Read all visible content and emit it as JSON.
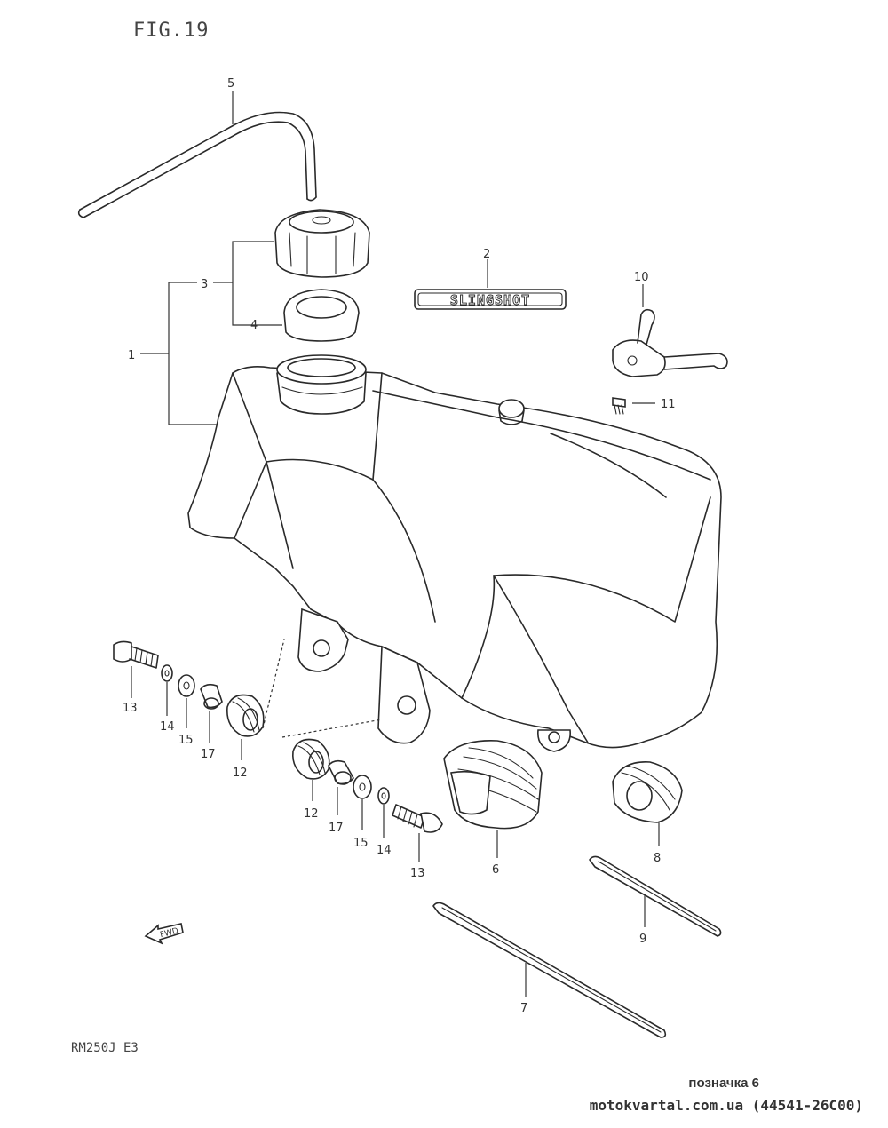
{
  "figure": {
    "title": "FIG.19",
    "model": "RM250J E3"
  },
  "badge": {
    "text": "SLINGSHOT"
  },
  "forward_marker": "FWD",
  "parts": {
    "p1": "1",
    "p2": "2",
    "p3": "3",
    "p4": "4",
    "p5": "5",
    "p6": "6",
    "p7": "7",
    "p8": "8",
    "p9": "9",
    "p10": "10",
    "p11": "11",
    "p12a": "12",
    "p12b": "12",
    "p13a": "13",
    "p13b": "13",
    "p14a": "14",
    "p14b": "14",
    "p15a": "15",
    "p15b": "15",
    "p17a": "17",
    "p17b": "17"
  },
  "footer": {
    "note": "позначка 6",
    "source": "motokvartal.com.ua (44541-26C00)"
  }
}
